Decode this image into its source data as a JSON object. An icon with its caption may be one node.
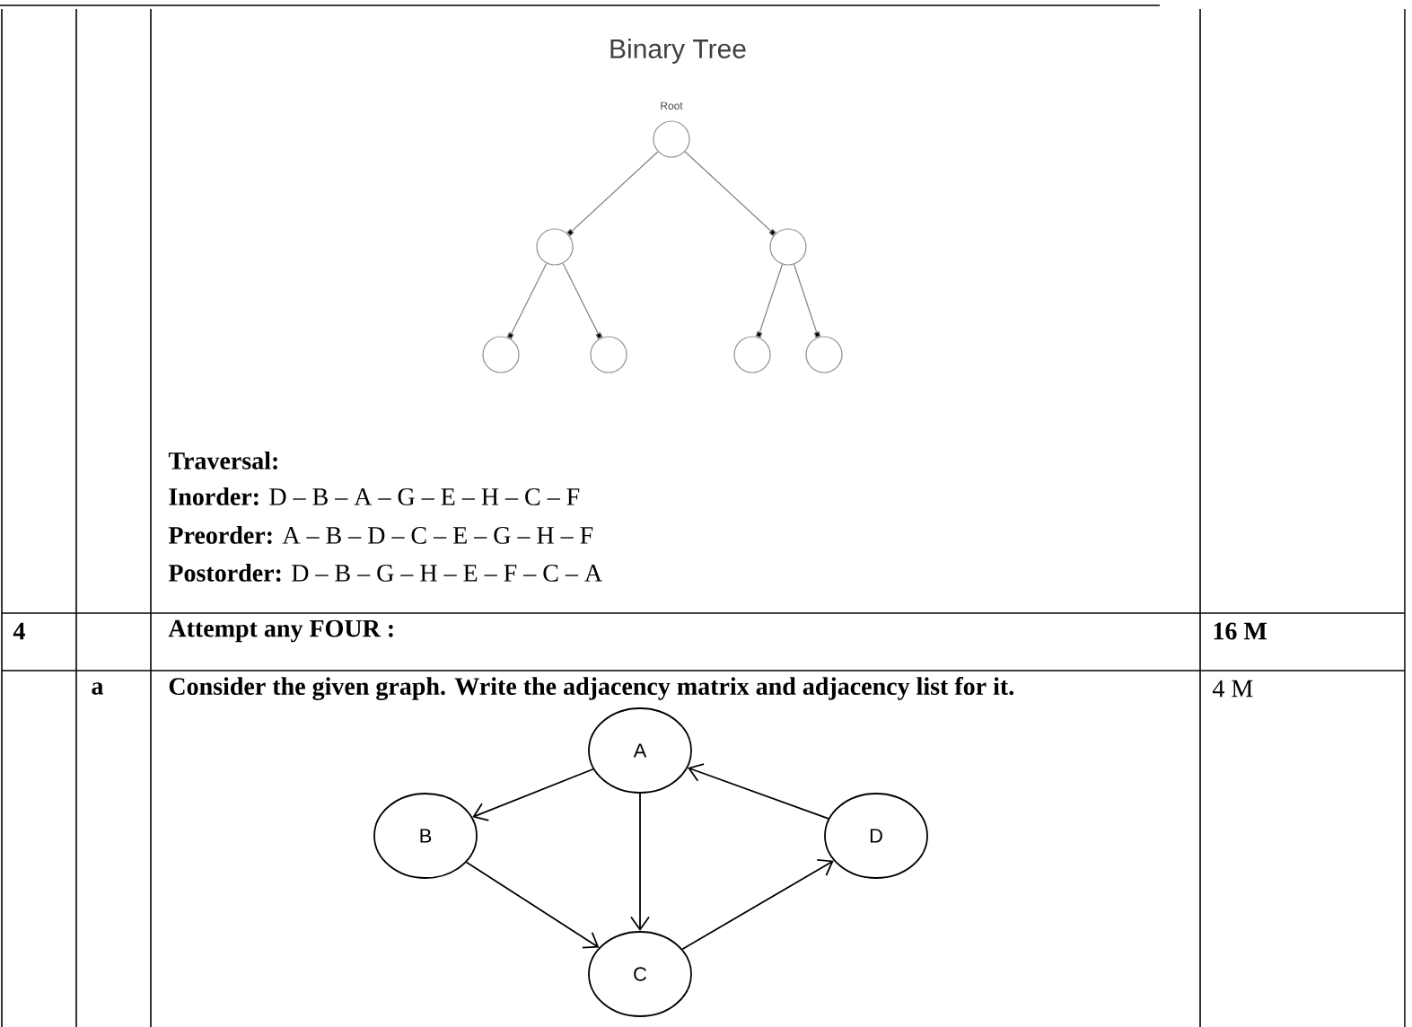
{
  "diagram": {
    "title": "Binary Tree",
    "nodes": [
      {
        "text": [],
        "shape": "circle",
        "beside": [
          "Root"
        ]
      },
      {
        "text": [],
        "shape": "circle"
      },
      {
        "text": [],
        "shape": "circle"
      },
      {
        "text": [],
        "shape": "circle"
      },
      {
        "text": [],
        "shape": "circle"
      },
      {
        "text": [],
        "shape": "circle"
      },
      {
        "text": [],
        "shape": "circle"
      },
      {
        "text": [
          "A"
        ]
      },
      {
        "text": [
          "B"
        ]
      },
      {
        "text": [
          "C"
        ]
      },
      {
        "text": [
          "D"
        ]
      }
    ],
    "edges": [
      {
        "from": 0,
        "to": 1,
        "arrow": "other"
      },
      {
        "from": 0,
        "to": 2,
        "arrow": "other"
      },
      {
        "from": 1,
        "to": 3,
        "arrow": "other"
      },
      {
        "from": 1,
        "to": 4,
        "arrow": "other"
      },
      {
        "from": 2,
        "to": 5,
        "arrow": "other"
      },
      {
        "from": 2,
        "to": 6,
        "arrow": "other"
      },
      {
        "from": 7,
        "to": 8,
        "arrow": "to",
        "color": "#000000"
      },
      {
        "from": 7,
        "to": 9,
        "arrow": "to",
        "color": "#000000"
      },
      {
        "from": 8,
        "to": 9,
        "arrow": "to",
        "color": "#000000"
      },
      {
        "from": 9,
        "to": 10,
        "arrow": "to",
        "color": "#000000"
      },
      {
        "from": 10,
        "to": 7,
        "arrow": "to",
        "color": "#000000"
      }
    ],
    "labels": [
      "Traversal:",
      "**Inorder:** D – B – A – G – E – H – C – F",
      "**Preorder:** A – B – D – C – E – G – H – F",
      "**Postorder:** D – B – G – H – E – F – C – A",
      "4",
      "Attempt any FOUR :",
      "16 M",
      "a",
      "Consider the given graph. Write the adjacency matrix and adjacency list for it.",
      "4 M"
    ]
  }
}
